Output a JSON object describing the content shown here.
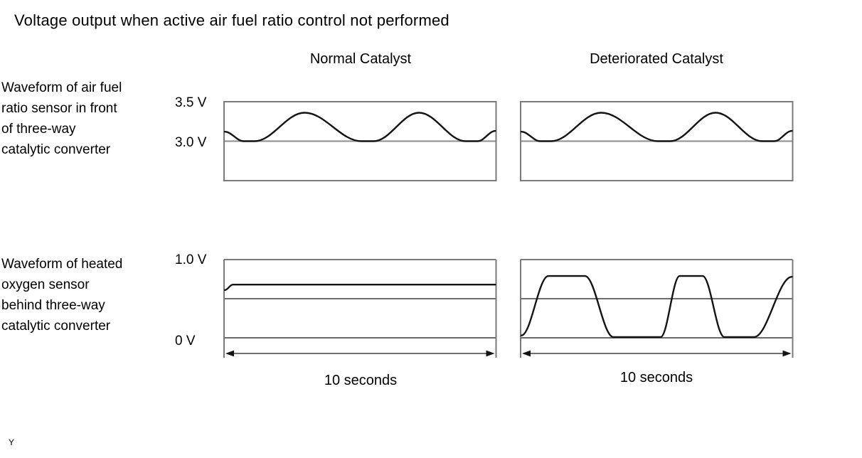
{
  "title": "Voltage output when active air fuel ratio control not performed",
  "column_headers": {
    "normal": "Normal Catalyst",
    "deteriorated": "Deteriorated Catalyst"
  },
  "row_labels": {
    "front_sensor": {
      "lines": [
        "Waveform of air fuel",
        "ratio sensor in front",
        "of three-way",
        "catalytic converter"
      ]
    },
    "rear_sensor": {
      "lines": [
        "Waveform of heated",
        "oxygen sensor",
        "behind three-way",
        "catalytic converter"
      ]
    }
  },
  "y_axis_labels": {
    "v3_5": "3.5 V",
    "v3_0": "3.0 V",
    "v1_0": "1.0 V",
    "v0": "0 V"
  },
  "x_axis": {
    "duration_label": "10 seconds"
  },
  "footer_mark": "Y",
  "colors": {
    "background": "#ffffff",
    "text": "#000000",
    "waveform": "#141414",
    "panel_border": "#7a7a7a",
    "gridline_light": "#969696",
    "gridline_dark": "#3d3d3d",
    "zero_line": "#6b6b6b",
    "arrow": "#6f6f6f"
  },
  "chart_data": {
    "type": "line",
    "x_unit": "seconds",
    "x_range": [
      0,
      10
    ],
    "panels": [
      {
        "id": "normal-air-fuel",
        "column": "Normal Catalyst",
        "row": "Waveform of air fuel ratio sensor in front of three-way catalytic converter",
        "ylim": [
          2.5,
          3.5
        ],
        "y_tick_labels": [
          "3.5 V",
          "3.0 V"
        ],
        "gridlines_volts": [
          3.0
        ],
        "time_arrow": false,
        "series": {
          "name": "air-fuel-ratio-sensor-voltage",
          "unit": "V",
          "points": [
            [
              0,
              3.12
            ],
            [
              0.7,
              3.0
            ],
            [
              1.1,
              3.0
            ],
            [
              2.95,
              3.36
            ],
            [
              5.05,
              3.0
            ],
            [
              5.5,
              3.0
            ],
            [
              7.18,
              3.36
            ],
            [
              8.9,
              3.0
            ],
            [
              9.35,
              3.0
            ],
            [
              10,
              3.13
            ]
          ]
        }
      },
      {
        "id": "deteriorated-air-fuel",
        "column": "Deteriorated Catalyst",
        "row": "Waveform of air fuel ratio sensor in front of three-way catalytic converter",
        "ylim": [
          2.5,
          3.5
        ],
        "y_tick_labels": [
          "3.5 V",
          "3.0 V"
        ],
        "gridlines_volts": [
          3.0
        ],
        "time_arrow": false,
        "series": {
          "name": "air-fuel-ratio-sensor-voltage",
          "unit": "V",
          "points": [
            [
              0,
              3.12
            ],
            [
              0.7,
              3.0
            ],
            [
              1.1,
              3.0
            ],
            [
              2.95,
              3.36
            ],
            [
              5.05,
              3.0
            ],
            [
              5.5,
              3.0
            ],
            [
              7.18,
              3.36
            ],
            [
              8.9,
              3.0
            ],
            [
              9.35,
              3.0
            ],
            [
              10,
              3.13
            ]
          ]
        }
      },
      {
        "id": "normal-o2",
        "column": "Normal Catalyst",
        "row": "Waveform of heated oxygen sensor behind three-way catalytic converter",
        "ylim": [
          0,
          1.0
        ],
        "y_tick_labels": [
          "1.0 V",
          "0 V"
        ],
        "gridlines_volts": [
          0.5
        ],
        "time_arrow": true,
        "series": {
          "name": "heated-oxygen-sensor-voltage",
          "unit": "V",
          "points": [
            [
              0,
              0.61
            ],
            [
              0.3,
              0.68
            ],
            [
              10,
              0.68
            ]
          ]
        }
      },
      {
        "id": "deteriorated-o2",
        "column": "Deteriorated Catalyst",
        "row": "Waveform of heated oxygen sensor behind three-way catalytic converter",
        "ylim": [
          0,
          1.0
        ],
        "y_tick_labels": [
          "1.0 V",
          "0 V"
        ],
        "gridlines_volts": [
          0.5
        ],
        "time_arrow": true,
        "series": {
          "name": "heated-oxygen-sensor-voltage",
          "unit": "V",
          "points": [
            [
              0,
              0.03
            ],
            [
              1.0,
              0.79
            ],
            [
              2.35,
              0.79
            ],
            [
              3.4,
              0.01
            ],
            [
              5.15,
              0.01
            ],
            [
              5.85,
              0.79
            ],
            [
              6.7,
              0.79
            ],
            [
              7.5,
              0.01
            ],
            [
              8.6,
              0.01
            ],
            [
              10,
              0.78
            ]
          ]
        }
      }
    ]
  }
}
